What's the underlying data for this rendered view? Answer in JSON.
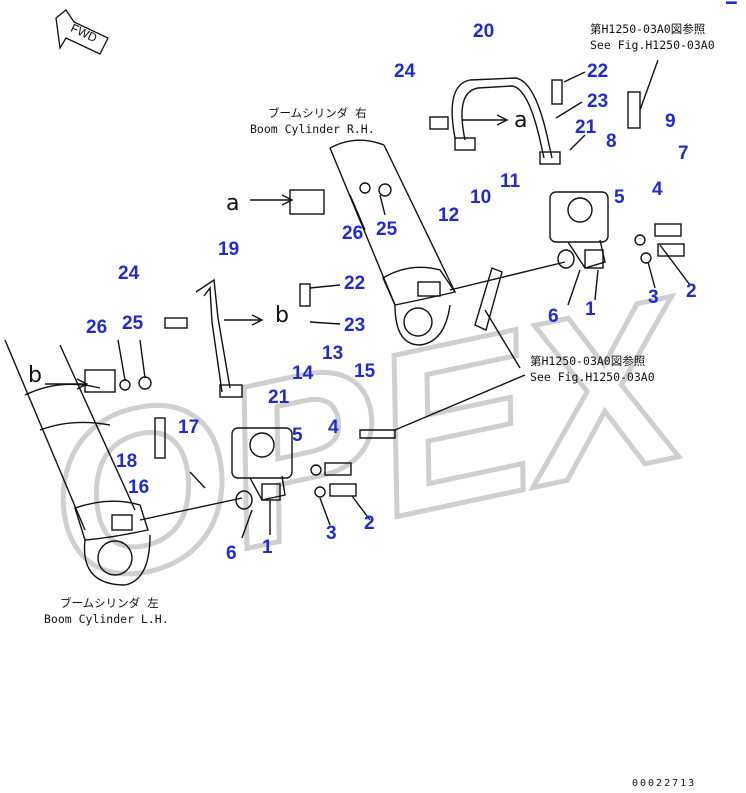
{
  "callouts": [
    {
      "id": "c20",
      "text": "20"
    },
    {
      "id": "c24a",
      "text": "24"
    },
    {
      "id": "c22a",
      "text": "22"
    },
    {
      "id": "c23a",
      "text": "23"
    },
    {
      "id": "c21a",
      "text": "21"
    },
    {
      "id": "c9",
      "text": "9"
    },
    {
      "id": "c8",
      "text": "8"
    },
    {
      "id": "c7",
      "text": "7"
    },
    {
      "id": "c11",
      "text": "11"
    },
    {
      "id": "c10",
      "text": "10"
    },
    {
      "id": "c12",
      "text": "12"
    },
    {
      "id": "c5a",
      "text": "5"
    },
    {
      "id": "c4a",
      "text": "4"
    },
    {
      "id": "c26a",
      "text": "26"
    },
    {
      "id": "c25a",
      "text": "25"
    },
    {
      "id": "c19",
      "text": "19"
    },
    {
      "id": "c24b",
      "text": "24"
    },
    {
      "id": "c22b",
      "text": "22"
    },
    {
      "id": "c2a",
      "text": "2"
    },
    {
      "id": "c3a",
      "text": "3"
    },
    {
      "id": "c6a",
      "text": "6"
    },
    {
      "id": "c1a",
      "text": "1"
    },
    {
      "id": "c26b",
      "text": "26"
    },
    {
      "id": "c25b",
      "text": "25"
    },
    {
      "id": "c23b",
      "text": "23"
    },
    {
      "id": "c13",
      "text": "13"
    },
    {
      "id": "c14",
      "text": "14"
    },
    {
      "id": "c15",
      "text": "15"
    },
    {
      "id": "c21b",
      "text": "21"
    },
    {
      "id": "c5b",
      "text": "5"
    },
    {
      "id": "c4b",
      "text": "4"
    },
    {
      "id": "c17",
      "text": "17"
    },
    {
      "id": "c18",
      "text": "18"
    },
    {
      "id": "c16",
      "text": "16"
    },
    {
      "id": "c3b",
      "text": "3"
    },
    {
      "id": "c2b",
      "text": "2"
    },
    {
      "id": "c6b",
      "text": "6"
    },
    {
      "id": "c1b",
      "text": "1"
    }
  ],
  "labels": {
    "ref_top_jp": "第H1250-03A0図参照",
    "ref_top_en": "See Fig.H1250-03A0",
    "ref_mid_jp": "第H1250-03A0図参照",
    "ref_mid_en": "See Fig.H1250-03A0",
    "boom_rh_jp": "ブームシリンダ 右",
    "boom_rh_en": "Boom Cylinder R.H.",
    "boom_lh_jp": "ブームシリンダ 左",
    "boom_lh_en": "Boom Cylinder L.H.",
    "fwd": "FWD",
    "letter_a1": "a",
    "letter_a2": "a",
    "letter_b1": "b",
    "letter_b2": "b",
    "drawing_code": "00022713",
    "corner_mark": "▬▬"
  },
  "watermark": "OPEX",
  "colors": {
    "callout": "#1f2bd1",
    "line": "#111111",
    "watermark": "#c9c9c9"
  }
}
